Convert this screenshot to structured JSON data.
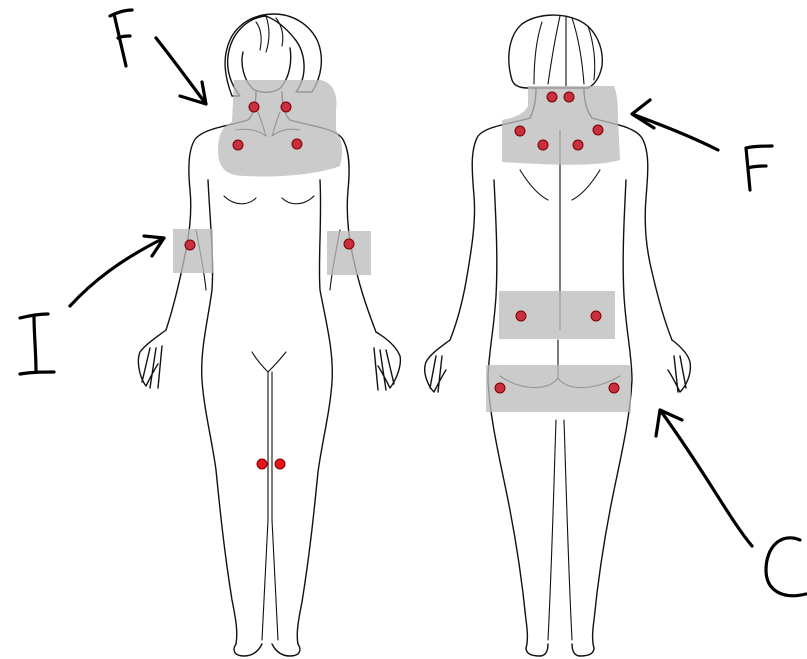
{
  "annotations": {
    "front_neck_label": "F",
    "back_neck_label": "F",
    "front_arm_label": "I",
    "back_hip_label": "C"
  },
  "colors": {
    "region_fill": "#bdbdbd",
    "tender_point": "#c8303f",
    "tender_point_bright": "#e8141c",
    "outline": "#111111",
    "ink": "#000000"
  }
}
